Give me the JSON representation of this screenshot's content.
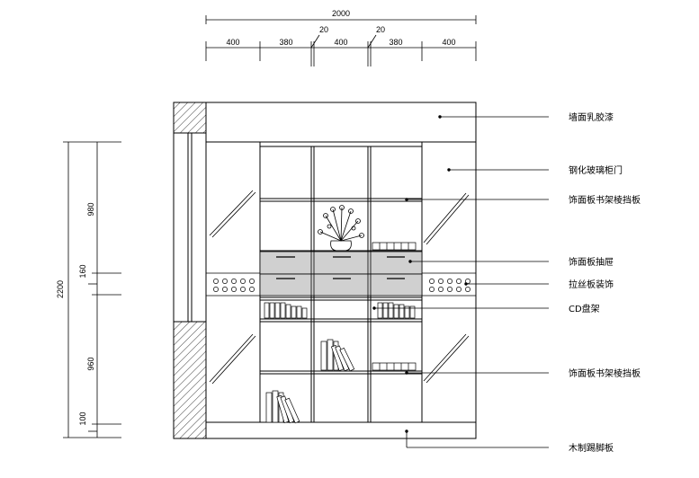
{
  "dimensions": {
    "overall_width": "2000",
    "col_1": "400",
    "col_2": "380",
    "gap_1": "20",
    "col_3": "400",
    "gap_2": "20",
    "col_4": "380",
    "col_5": "400",
    "overall_height": "2200",
    "upper_section": "980",
    "band": "160",
    "lower_section": "960",
    "base": "100"
  },
  "annotations": {
    "wall_paint": "墙面乳胶漆",
    "glass_door": "钢化玻璃柜门",
    "shelf_edge_upper": "饰面板书架棱挡板",
    "drawer": "饰面板抽屉",
    "brushed_panel": "拉丝板装饰",
    "cd_rack": "CD盘架",
    "shelf_edge_lower": "饰面板书架棱挡板",
    "kick_board": "木制踢脚板"
  }
}
